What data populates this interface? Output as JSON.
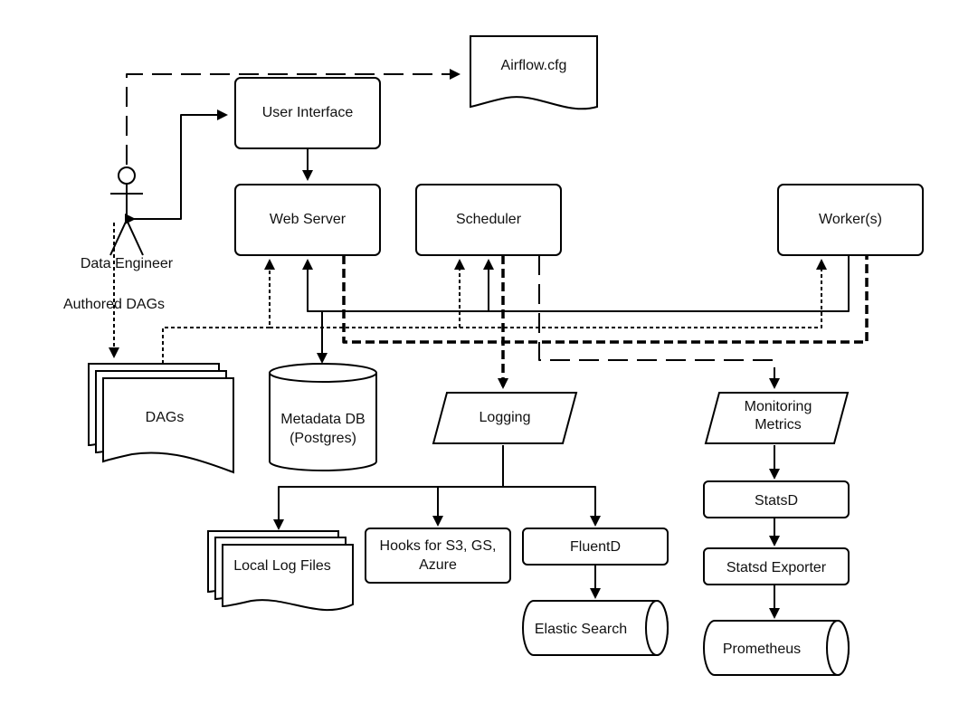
{
  "nodes": {
    "airflow_cfg": "Airflow.cfg",
    "user_interface": "User Interface",
    "data_engineer": "Data Engineer",
    "web_server": "Web Server",
    "scheduler": "Scheduler",
    "workers": "Worker(s)",
    "authored_dags": "Authored DAGs",
    "dags": "DAGs",
    "metadata_db_line1": "Metadata DB",
    "metadata_db_line2": "(Postgres)",
    "logging": "Logging",
    "monitoring_line1": "Monitoring",
    "monitoring_line2": "Metrics",
    "local_log_files": "Local Log Files",
    "hooks_line1": "Hooks for  S3, GS,",
    "hooks_line2": "Azure",
    "fluentd": "FluentD",
    "elastic_search": "Elastic Search",
    "statsd": "StatsD",
    "statsd_exporter": "Statsd Exporter",
    "prometheus": "Prometheus"
  }
}
